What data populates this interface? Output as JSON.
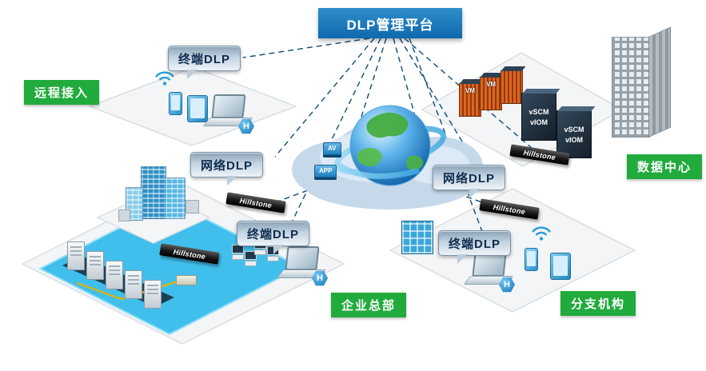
{
  "banner": {
    "title": "DLP管理平台"
  },
  "zones": {
    "remote": {
      "label": "远程接入"
    },
    "datacenter": {
      "label": "数据中心"
    },
    "headquarters": {
      "label": "企业总部"
    },
    "branch": {
      "label": "分支机构"
    }
  },
  "callouts": {
    "terminal_remote": {
      "label": "终端DLP"
    },
    "network_left": {
      "label": "网络DLP"
    },
    "terminal_hq": {
      "label": "终端DLP"
    },
    "network_right": {
      "label": "网络DLP"
    },
    "terminal_branch": {
      "label": "终端DLP"
    }
  },
  "devices": {
    "hillstone_label": "Hillstone",
    "h_badge": "H",
    "vm_label": "VM",
    "vscm_label": "vSCM",
    "viom_label": "vIOM"
  },
  "cloud": {
    "av_badge": "AV",
    "app_badge": "APP"
  },
  "colors": {
    "banner_blue": "#1272b5",
    "zone_green": "#22ab3d",
    "platform_blue": "#41bfec",
    "callout_text": "#0e2c4e",
    "line_blue": "#0c4c78"
  }
}
